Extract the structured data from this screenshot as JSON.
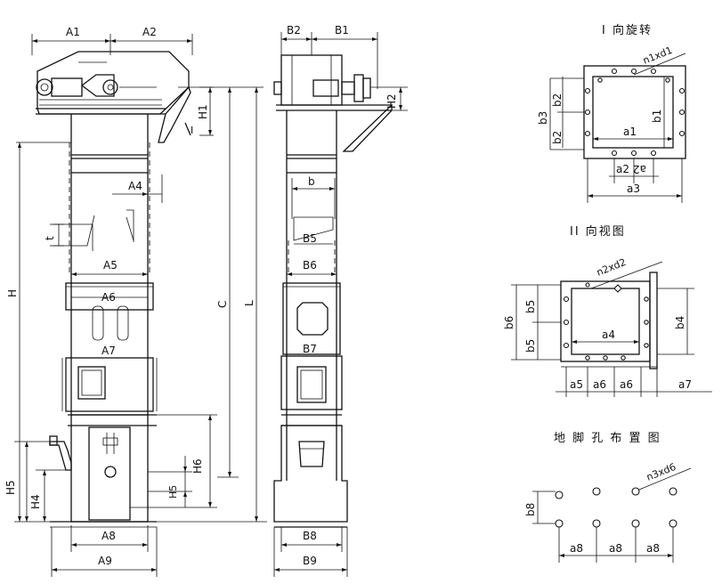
{
  "views": {
    "front": {
      "top_widths": [
        "A1",
        "A2"
      ],
      "heights": [
        "H",
        "H1",
        "H4",
        "H5",
        "H6"
      ],
      "sections": [
        "A4",
        "A5",
        "A6",
        "A7",
        "A8",
        "A9"
      ],
      "thickness": "t"
    },
    "side": {
      "top_widths": [
        "B2",
        "B1"
      ],
      "head_height": "H2",
      "bucket_width": "b",
      "sections": [
        "B5",
        "B6",
        "B7",
        "B8",
        "B9"
      ],
      "overall": [
        "C",
        "L"
      ]
    },
    "flange_I": {
      "title": "I 向旋转",
      "bolts": "n1xd1",
      "labels": [
        "b3",
        "b2",
        "b2",
        "b1",
        "a1",
        "a2",
        "a2",
        "a3"
      ]
    },
    "flange_II": {
      "title": "II 向视图",
      "bolts": "n2xd2",
      "labels": [
        "b6",
        "b5",
        "b5",
        "b4",
        "a4",
        "a5",
        "a6",
        "a6",
        "a7"
      ]
    },
    "anchor": {
      "title": "地 脚 孔 布 置 图",
      "bolts": "n3xd6",
      "labels": [
        "b8",
        "a8",
        "a8",
        "a8"
      ]
    }
  }
}
